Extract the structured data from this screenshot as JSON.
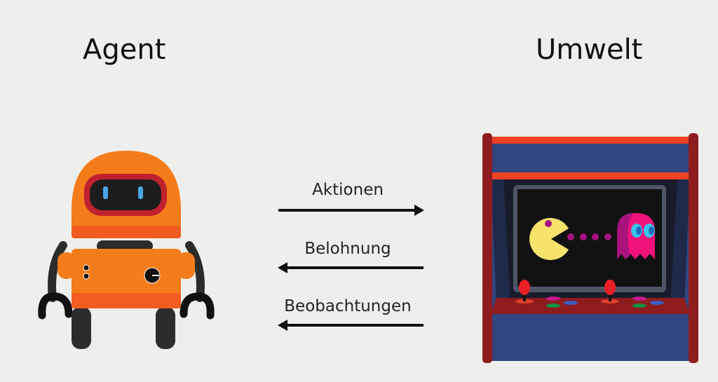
{
  "diagram": {
    "left_title": "Agent",
    "right_title": "Umwelt",
    "left_illustration": "robot-icon",
    "right_illustration": "arcade-machine-icon",
    "arrows": [
      {
        "label": "Aktionen",
        "direction": "right"
      },
      {
        "label": "Belohnung",
        "direction": "left"
      },
      {
        "label": "Beobachtungen",
        "direction": "left"
      }
    ]
  },
  "colors": {
    "background": "#eeefed",
    "robot_orange": "#f57c1a",
    "robot_red": "#c0212f",
    "arcade_blue": "#2f4680",
    "arcade_red": "#8e1c1f",
    "pacman_yellow": "#f7e26b",
    "ghost_pink": "#f0117a"
  }
}
